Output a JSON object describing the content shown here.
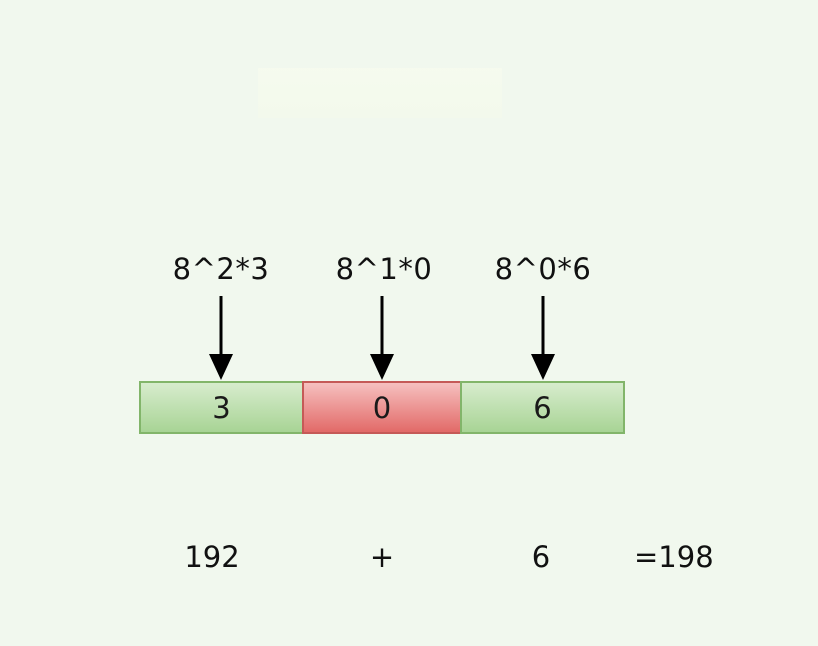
{
  "digits": [
    {
      "value": "3",
      "expression": "8^2*3",
      "result": "192",
      "color": "#a8d495"
    },
    {
      "value": "0",
      "expression": "8^1*0",
      "result": "+",
      "color": "#e26a68"
    },
    {
      "value": "6",
      "expression": "8^0*6",
      "result": "6",
      "color": "#a8d495"
    }
  ],
  "total": "=198",
  "colors": {
    "background": "#f1f8ee",
    "green_cell": "#a8d495",
    "red_cell": "#e26a68",
    "arrow": "#000000"
  }
}
